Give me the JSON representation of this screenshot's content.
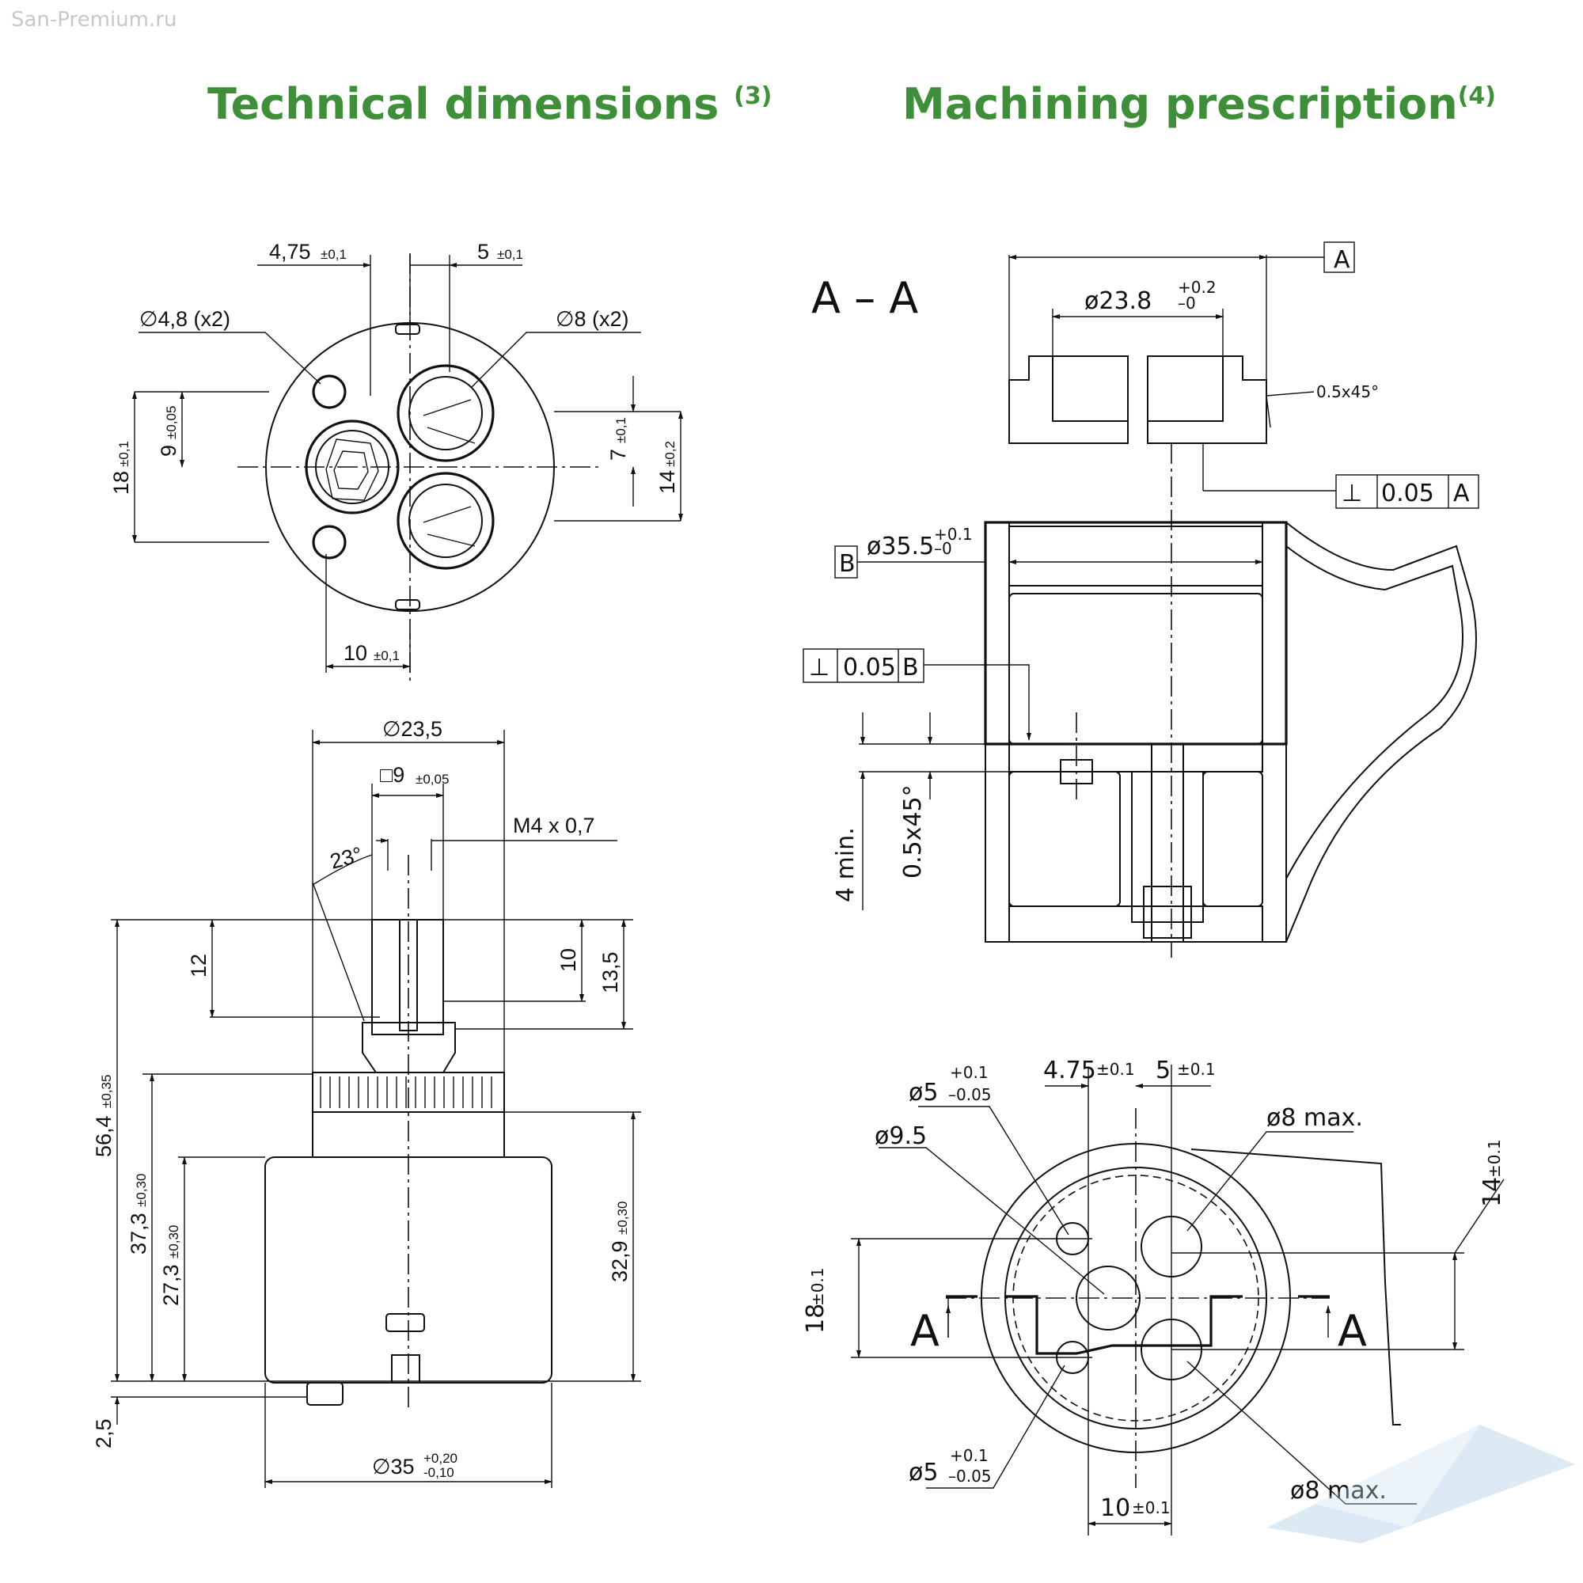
{
  "watermark": "San-Premium.ru",
  "headings": {
    "left": {
      "text": "Technical dimensions ",
      "note": "(3)"
    },
    "right": {
      "text": "Machining prescription",
      "note": "(4)"
    }
  },
  "top_view": {
    "d475": "4,75",
    "d475_tol": "±0,1",
    "d5": "5",
    "d5_tol": "±0,1",
    "hole48": "∅4,8 (x2)",
    "hole8": "∅8 (x2)",
    "d18": "18",
    "d18_tol": "±0,1",
    "d9": "9",
    "d9_tol": "±0,05",
    "d7": "7",
    "d7_tol": "±0,1",
    "d14": "14",
    "d14_tol": "±0,2",
    "d10": "10",
    "d10_tol": "±0,1"
  },
  "side_view": {
    "d235": "∅23,5",
    "sq9": "□9",
    "sq9_tol": "±0,05",
    "thread": "M4 x 0,7",
    "angle": "23°",
    "d12": "12",
    "d10": "10",
    "d135": "13,5",
    "d564": "56,4",
    "d564_tol": "±0,35",
    "d373": "37,3",
    "d373_tol": "±0,30",
    "d273": "27,3",
    "d273_tol": "±0,30",
    "d329": "32,9",
    "d329_tol": "±0,30",
    "d25": "2,5",
    "d35": "∅35",
    "d35_tol_up": "+0,20",
    "d35_tol_dn": "-0,10"
  },
  "section": {
    "title": "A – A",
    "datumA": "A",
    "d238": "ø23.8",
    "d238_up": "+0.2",
    "d238_dn": "–0",
    "chamfer": "0.5x45°",
    "perpA": {
      "sym": "⊥",
      "val": "0.05",
      "ref": "A"
    },
    "datumB": "B",
    "d355": "ø35.5",
    "d355_up": "+0.1",
    "d355_dn": "–0",
    "perpB": {
      "sym": "⊥",
      "val": "0.05",
      "ref": "B"
    },
    "min4": "4 min.",
    "chamfer2": "0.5x45°"
  },
  "bottom_view": {
    "d5a": "ø5",
    "tol_up": "+0.1",
    "tol_dn": "–0.05",
    "d95": "ø9.5",
    "d475": "4.75",
    "d475_tol": "±0.1",
    "d5": "5",
    "d5_tol": "±0.1",
    "d8max": "ø8  max.",
    "d14": "14",
    "d14_tol": "±0.1",
    "d18": "18",
    "d18_tol": "±0.1",
    "secA_left": "A",
    "secA_right": "A",
    "d5b": "ø5",
    "tol_up2": "+0.1",
    "tol_dn2": "–0.05",
    "d8max2": "ø8  max.",
    "d10": "10",
    "d10_tol": "±0.1"
  }
}
